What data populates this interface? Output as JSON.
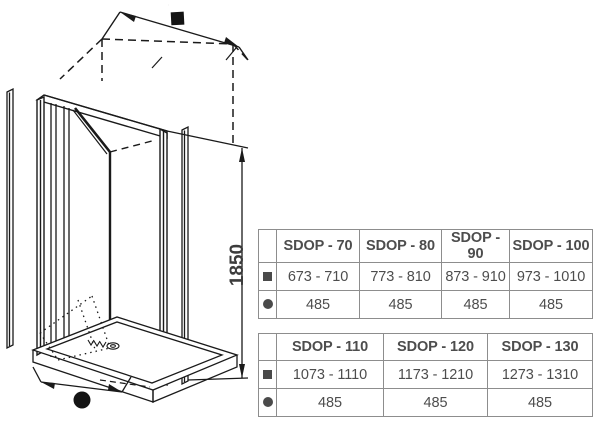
{
  "drawing": {
    "title": "shower-enclosure-technical-drawing",
    "height_dimension": "1850",
    "width_marker_icon": "filled-square-marker",
    "depth_marker_icon": "filled-circle-marker",
    "line_color": "#1a1a1a",
    "text_color": "#3c3c3c"
  },
  "tables": [
    {
      "id": "sizes-1",
      "marker_col_header": "",
      "headers": [
        "SDOP - 70",
        "SDOP - 80",
        "SDOP - 90",
        "SDOP - 100"
      ],
      "rows": [
        {
          "marker": "square",
          "values": [
            "673 - 710",
            "773 - 810",
            "873 - 910",
            "973 - 1010"
          ]
        },
        {
          "marker": "circle",
          "values": [
            "485",
            "485",
            "485",
            "485"
          ]
        }
      ]
    },
    {
      "id": "sizes-2",
      "marker_col_header": "",
      "headers": [
        "SDOP - 110",
        "SDOP - 120",
        "SDOP - 130"
      ],
      "rows": [
        {
          "marker": "square",
          "values": [
            "1073 - 1110",
            "1173 - 1210",
            "1273 - 1310"
          ]
        },
        {
          "marker": "circle",
          "values": [
            "485",
            "485",
            "485"
          ]
        }
      ]
    }
  ],
  "colors": {
    "table_border": "#8d8d8d",
    "table_text": "#4d4d4d",
    "marker_fill": "#4a4a4a",
    "background": "#ffffff"
  }
}
